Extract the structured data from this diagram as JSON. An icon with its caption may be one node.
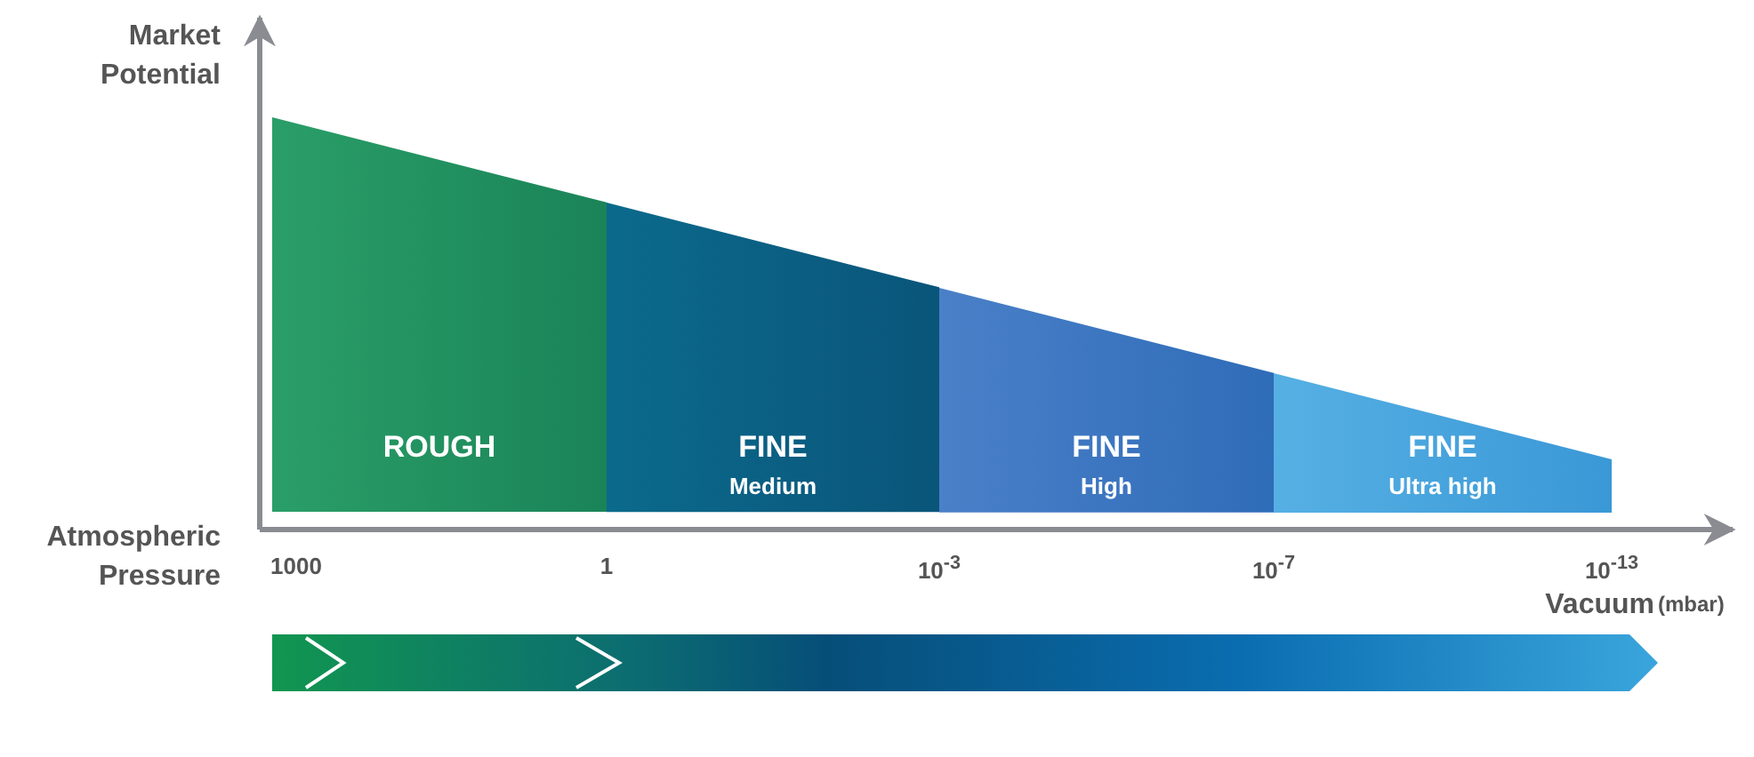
{
  "diagram": {
    "nodes": [
      {
        "text": [
          "ROUGH"
        ]
      },
      {
        "text": [
          "FINE",
          "Medium"
        ]
      },
      {
        "text": [
          "FINE",
          "High"
        ]
      },
      {
        "text": [
          "FINE",
          "Ultra high"
        ]
      }
    ],
    "labels": [
      "Market Potential",
      "Atmospheric Pressure",
      "1000",
      "1",
      "10$^{-3}$",
      "10$^{-7}$",
      "10$^{-13}$",
      "Vacuum",
      "(mbar)"
    ]
  }
}
